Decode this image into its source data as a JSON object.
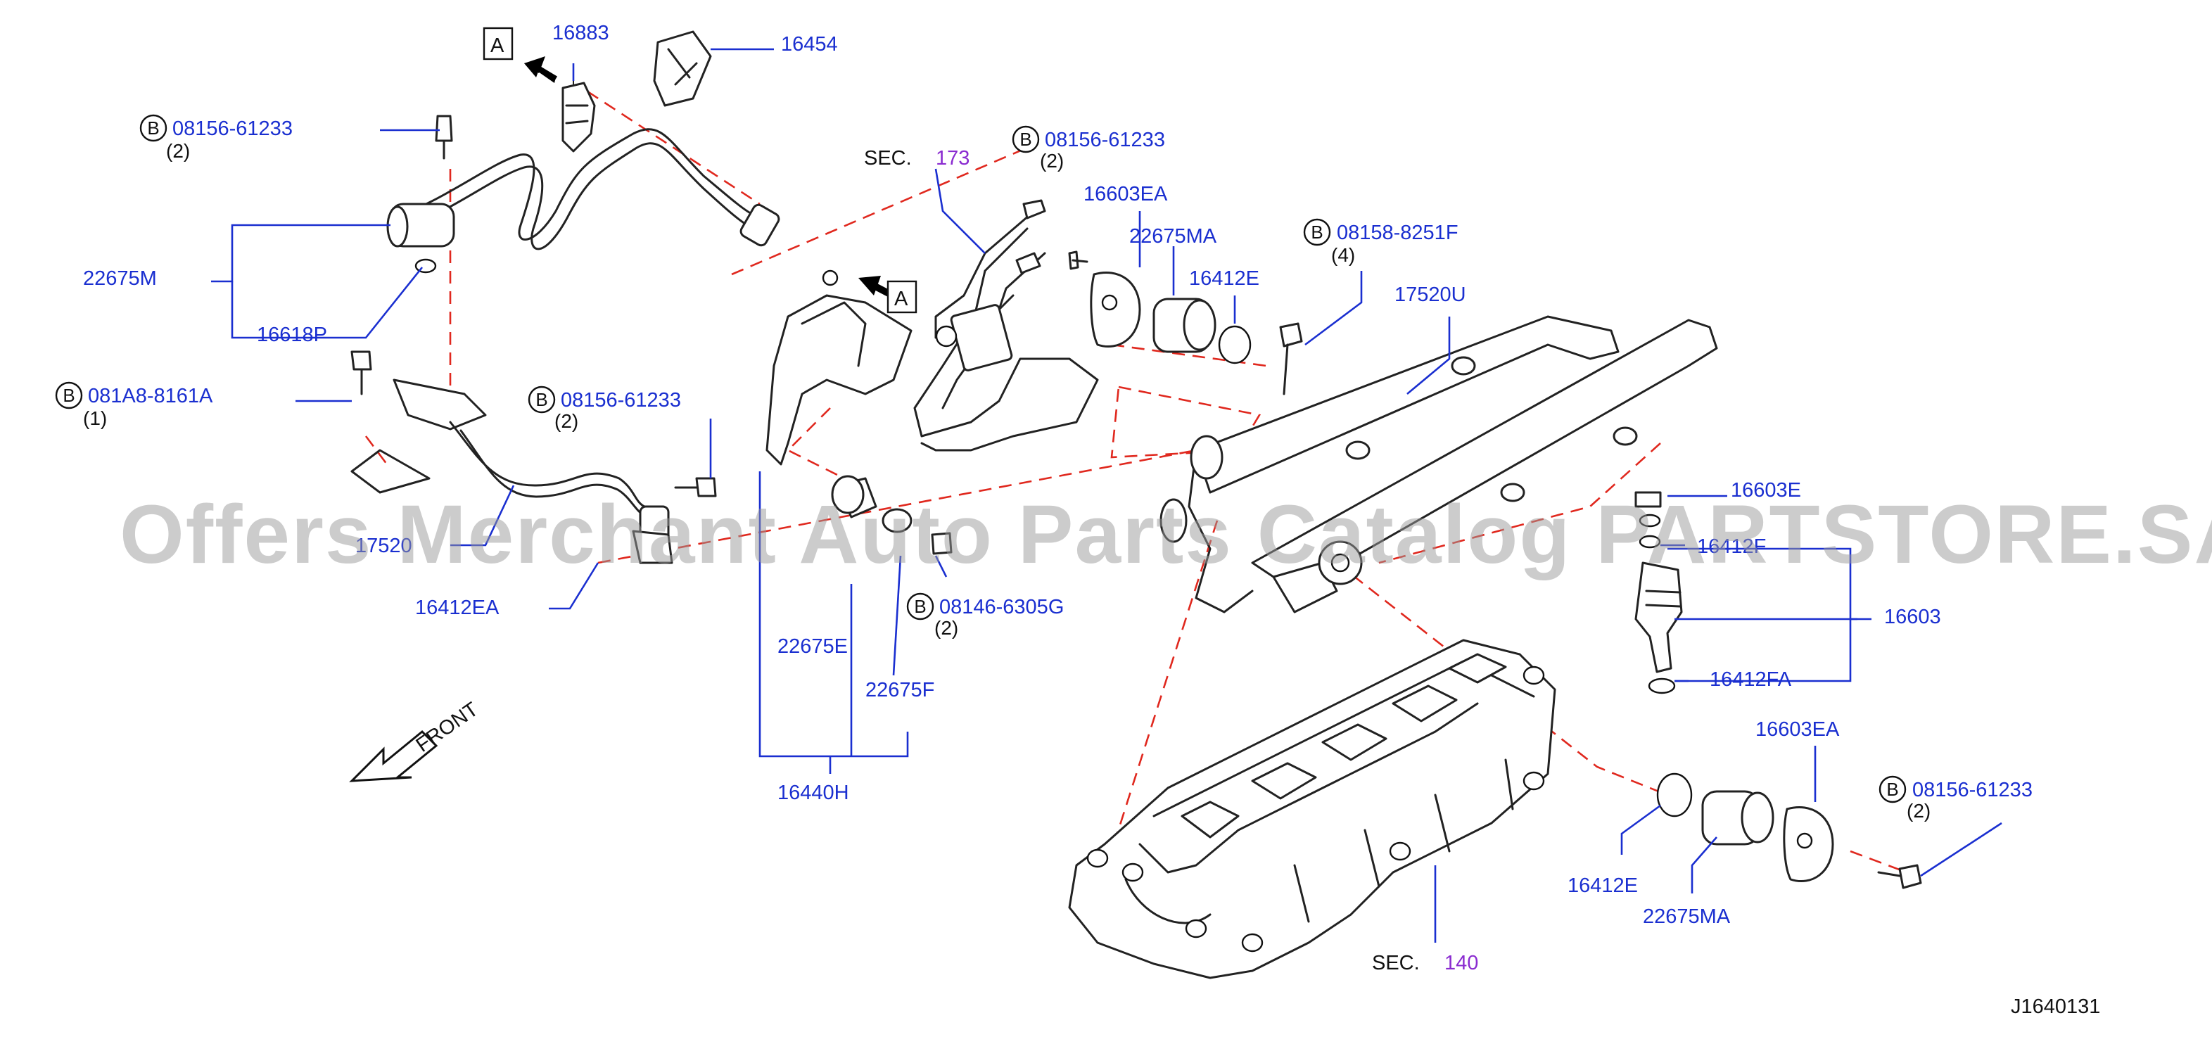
{
  "diagram_code": "J1640131",
  "watermark": "Offers Merchant Auto Parts Catalog PARTSTORE.SA",
  "view_marker": "A",
  "front_label": "FRONT",
  "bolt_marker": "B",
  "section_prefix": "SEC.",
  "sections": {
    "top": "173",
    "bottom": "140"
  },
  "bolts": {
    "b1": {
      "code": "08156-61233",
      "qty": "(2)"
    },
    "b2": {
      "code": "081A8-8161A",
      "qty": "(1)"
    },
    "b3": {
      "code": "08156-61233",
      "qty": "(2)"
    },
    "b4": {
      "code": "08156-61233",
      "qty": "(2)"
    },
    "b5": {
      "code": "08158-8251F",
      "qty": "(4)"
    },
    "b6": {
      "code": "08146-6305G",
      "qty": "(2)"
    },
    "b7": {
      "code": "08156-61233",
      "qty": "(2)"
    }
  },
  "parts": {
    "p16883": "16883",
    "p16454": "16454",
    "p22675M": "22675M",
    "p16618P": "16618P",
    "p17520_partial": "17520",
    "p16412EA": "16412EA",
    "p16603EA_top": "16603EA",
    "p22675MA_top": "22675MA",
    "p16412E_top": "16412E",
    "p17520U": "17520U",
    "p16603E": "16603E",
    "p16412F": "16412F",
    "p16603": "16603",
    "p16412FA": "16412FA",
    "p22675E": "22675E",
    "p22675F": "22675F",
    "p16440H": "16440H",
    "p16603EA_bot": "16603EA",
    "p16412E_bot": "16412E",
    "p22675MA_bot": "22675MA"
  }
}
